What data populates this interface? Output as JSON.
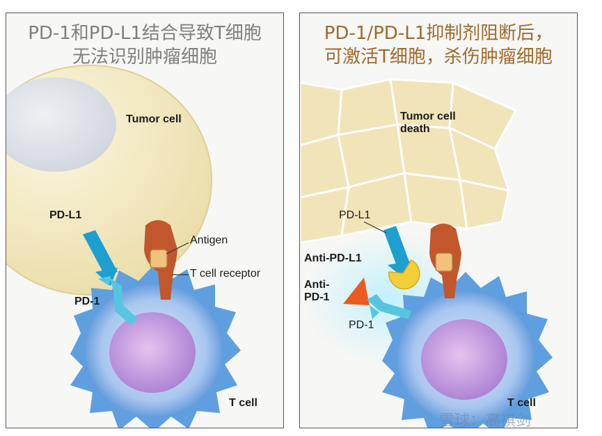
{
  "left_panel": {
    "title_line1": "PD-1和PD-L1结合导致T细胞",
    "title_line2": "无法识别肿瘤细胞",
    "labels": {
      "tumor_cell": "Tumor cell",
      "pd_l1": "PD-L1",
      "antigen": "Antigen",
      "t_cell_receptor": "T cell receptor",
      "pd_1": "PD-1",
      "t_cell": "T cell"
    }
  },
  "right_panel": {
    "title_line1": "PD-1/PD-L1抑制剂阻断后，",
    "title_line2": "可激活T细胞，杀伤肿瘤细胞",
    "labels": {
      "tumor_cell_death_line1": "Tumor cell",
      "tumor_cell_death_line2": "death",
      "pd_l1": "PD-L1",
      "anti_pd_l1": "Anti-PD-L1",
      "anti_pd_1_line1": "Anti-",
      "anti_pd_1_line2": "PD-1",
      "pd_1": "PD-1",
      "t_cell": "T cell"
    }
  },
  "watermark": "雪球：高祺剑",
  "colors": {
    "tumor": "#f4ebc8",
    "nucleus_tumor": "#e3e5ea",
    "pd_l1": "#1d9fcf",
    "pd_1": "#58c5e0",
    "tcr": "#c2562d",
    "antigen": "#f3c27a",
    "t_cell_body": "#5f9fdf",
    "t_cell_nucleus": "#c79be0",
    "anti_pd_l1": "#f3cf3a",
    "anti_pd_1": "#ee5a1e",
    "title_left": "#7f7f7f",
    "title_right": "#a06a2c"
  }
}
